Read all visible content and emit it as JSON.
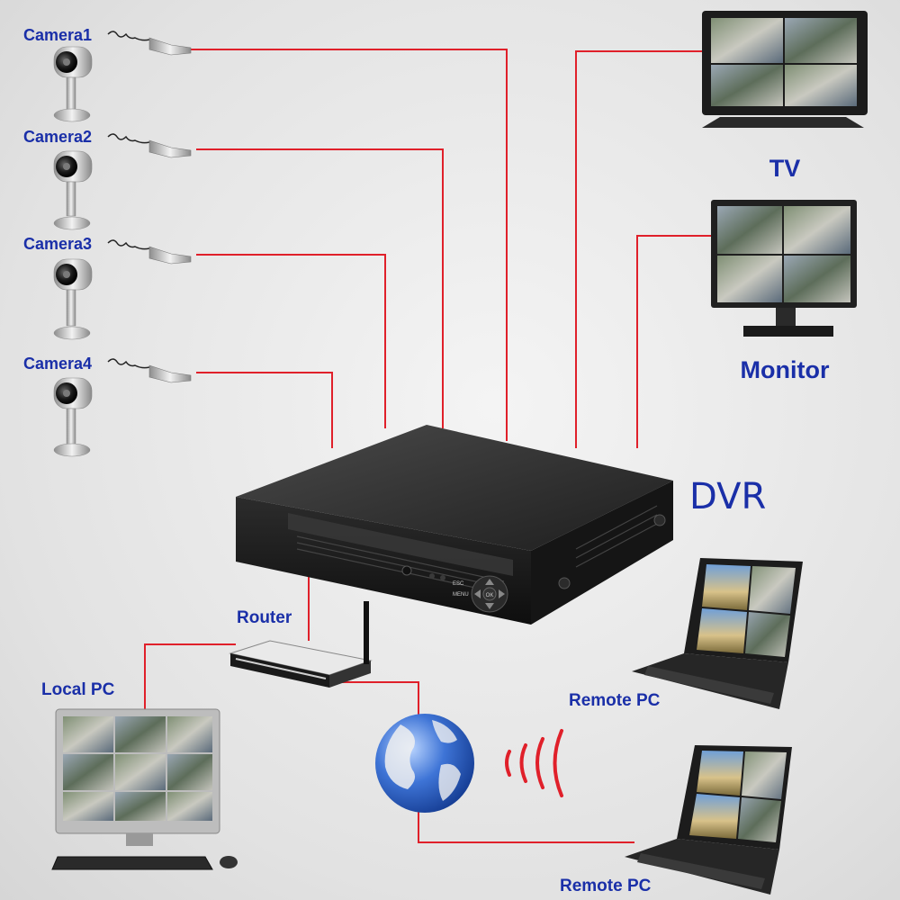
{
  "cameras": [
    {
      "label": "Camera1"
    },
    {
      "label": "Camera2"
    },
    {
      "label": "Camera3"
    },
    {
      "label": "Camera4"
    }
  ],
  "devices": {
    "tv": "TV",
    "monitor": "Monitor",
    "dvr": "DVR",
    "router": "Router",
    "local_pc": "Local PC",
    "remote_pc_1": "Remote PC",
    "remote_pc_2": "Remote PC"
  },
  "dvr_buttons": {
    "esc": "ESC",
    "menu": "MENU",
    "ok": "OK"
  },
  "colors": {
    "wire": "#e0202a",
    "label": "#1a2fa8",
    "device_body": "#222222",
    "globe": "#3a6fd0"
  }
}
